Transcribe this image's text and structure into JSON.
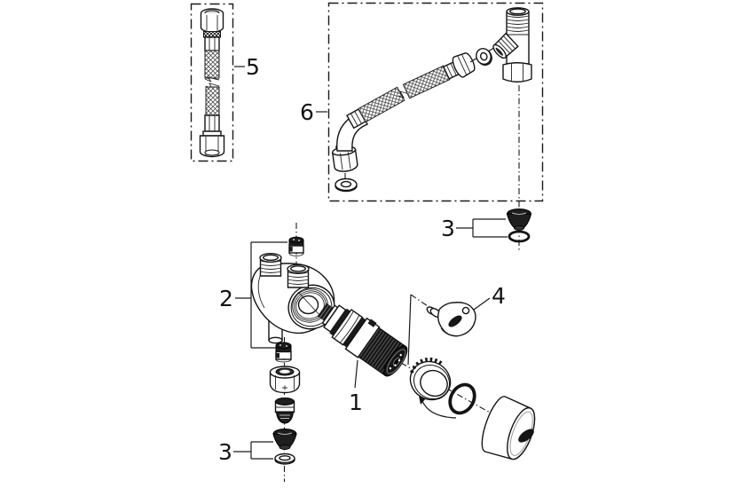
{
  "diagram": {
    "labels": {
      "part1": "1",
      "part2": "2",
      "part3_right": "3",
      "part3_bottom": "3",
      "part4": "4",
      "part5": "5",
      "part6": "6"
    },
    "colors": {
      "line": "#1a1a1a",
      "dark_fill": "#1e1e1e",
      "background": "#ffffff"
    }
  }
}
